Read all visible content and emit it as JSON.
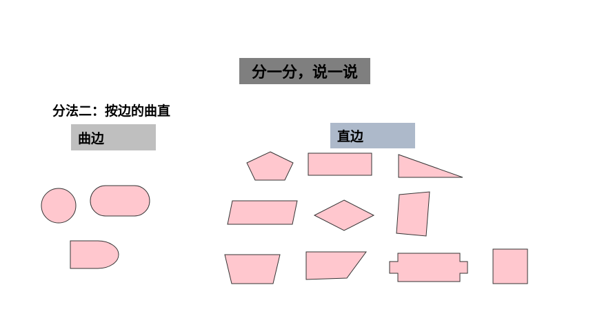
{
  "slide": {
    "title": "分一分，说一说",
    "method": "分法二：按边的曲直",
    "categories": {
      "curved": "曲边",
      "straight": "直边"
    },
    "shape_fill_color": "#ffc7ce",
    "title_bg_color": "#7f7f7f",
    "curved_bg_color": "#bfbfbf",
    "straight_bg_color": "#adb9ca"
  }
}
